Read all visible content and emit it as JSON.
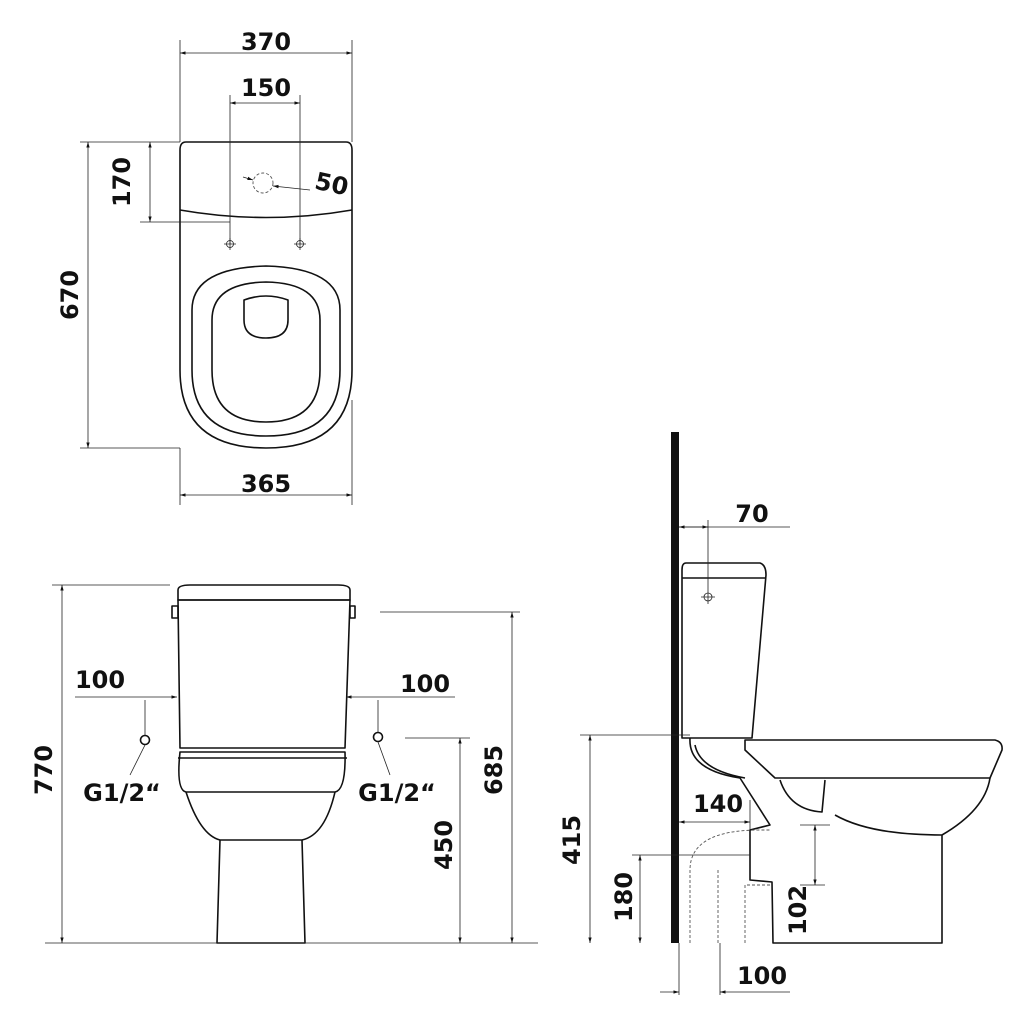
{
  "top_view": {
    "width_total": "370",
    "hole_spacing": "150",
    "tank_depth": "170",
    "hole_diameter": "50",
    "length_total": "670",
    "bowl_width": "365"
  },
  "front_view": {
    "left_offset": "100",
    "right_offset": "100",
    "left_connection": "G1/2“",
    "right_connection": "G1/2“",
    "total_height": "770",
    "tank_height": "685",
    "inlet_height": "450"
  },
  "side_view": {
    "tank_hole_offset": "70",
    "outlet_depth": "140",
    "seat_height": "415",
    "outlet_height": "180",
    "outlet_gap": "102",
    "wall_offset": "100"
  }
}
